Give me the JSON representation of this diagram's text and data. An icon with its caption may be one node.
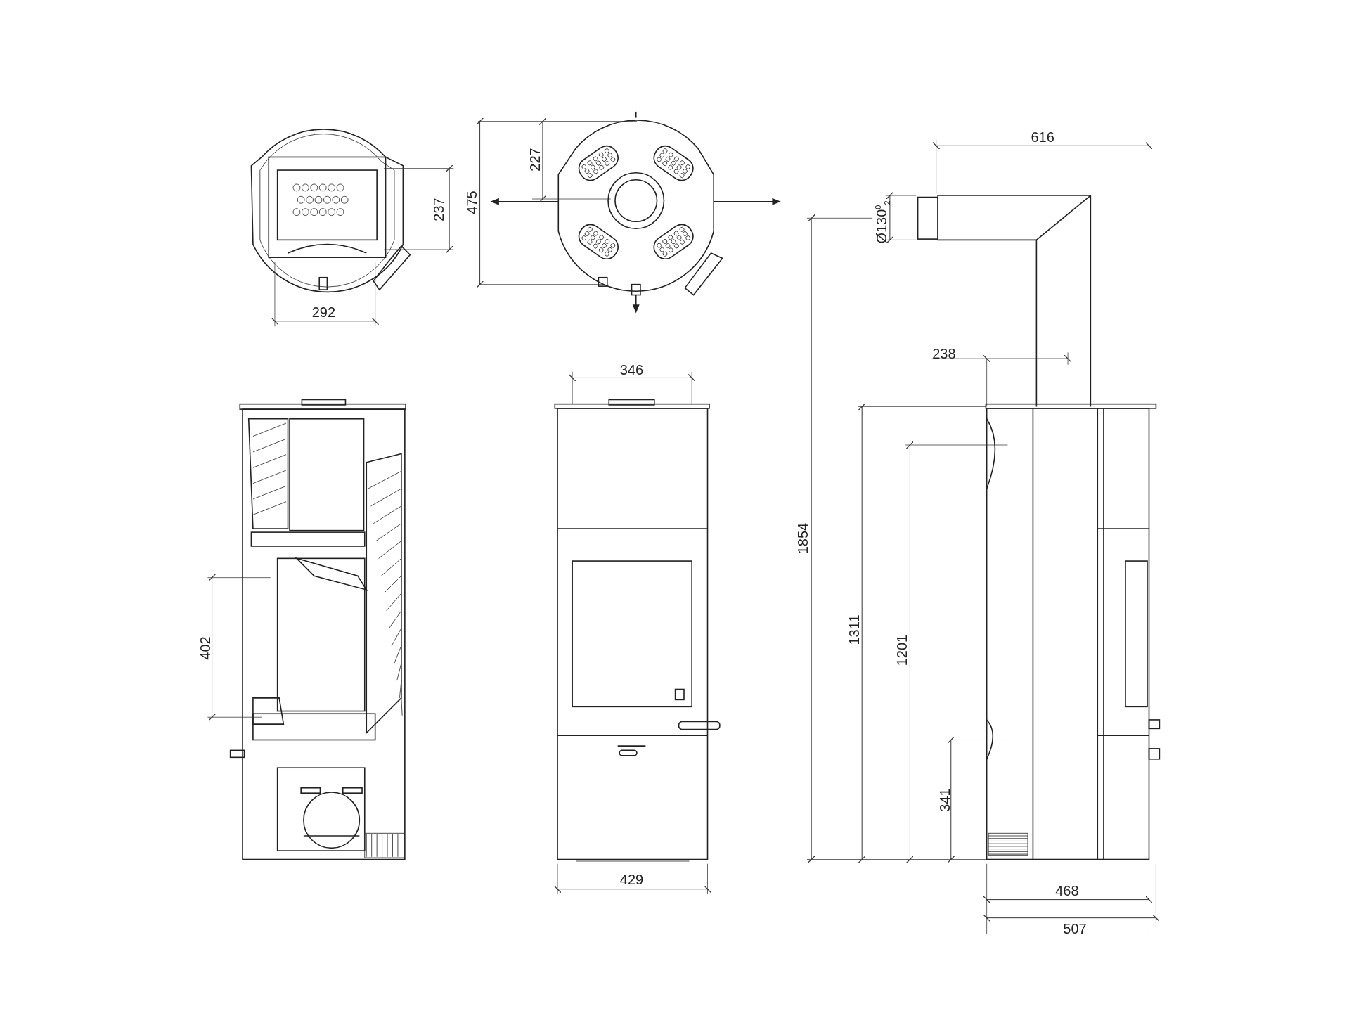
{
  "diagram": {
    "labels": [
      "616",
      "227",
      "475",
      "237",
      "Ø130$^{0}$$_{2}$",
      "292",
      "238",
      "346",
      "1854",
      "402",
      "1311",
      "1201",
      "341",
      "429",
      "468",
      "507"
    ]
  }
}
